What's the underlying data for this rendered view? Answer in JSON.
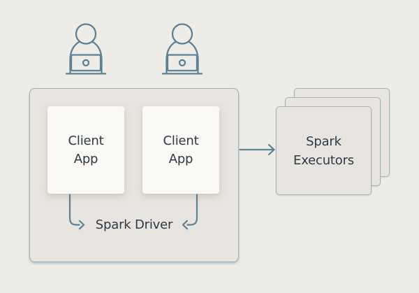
{
  "diagram": {
    "users": [
      {
        "icon": "person-at-laptop-icon"
      },
      {
        "icon": "person-at-laptop-icon"
      }
    ],
    "driver": {
      "label": "Spark Driver",
      "clients": [
        {
          "label": "Client App"
        },
        {
          "label": "Client App"
        }
      ]
    },
    "executors": {
      "label": "Spark Executors",
      "stack_count": 3
    },
    "colors": {
      "background": "#eeece7",
      "container_fill": "#e8e5e0",
      "container_border": "#9cafbb",
      "card_fill": "#fbf9f5",
      "stroke_accent": "#5d8094",
      "text": "#2d3945"
    }
  }
}
